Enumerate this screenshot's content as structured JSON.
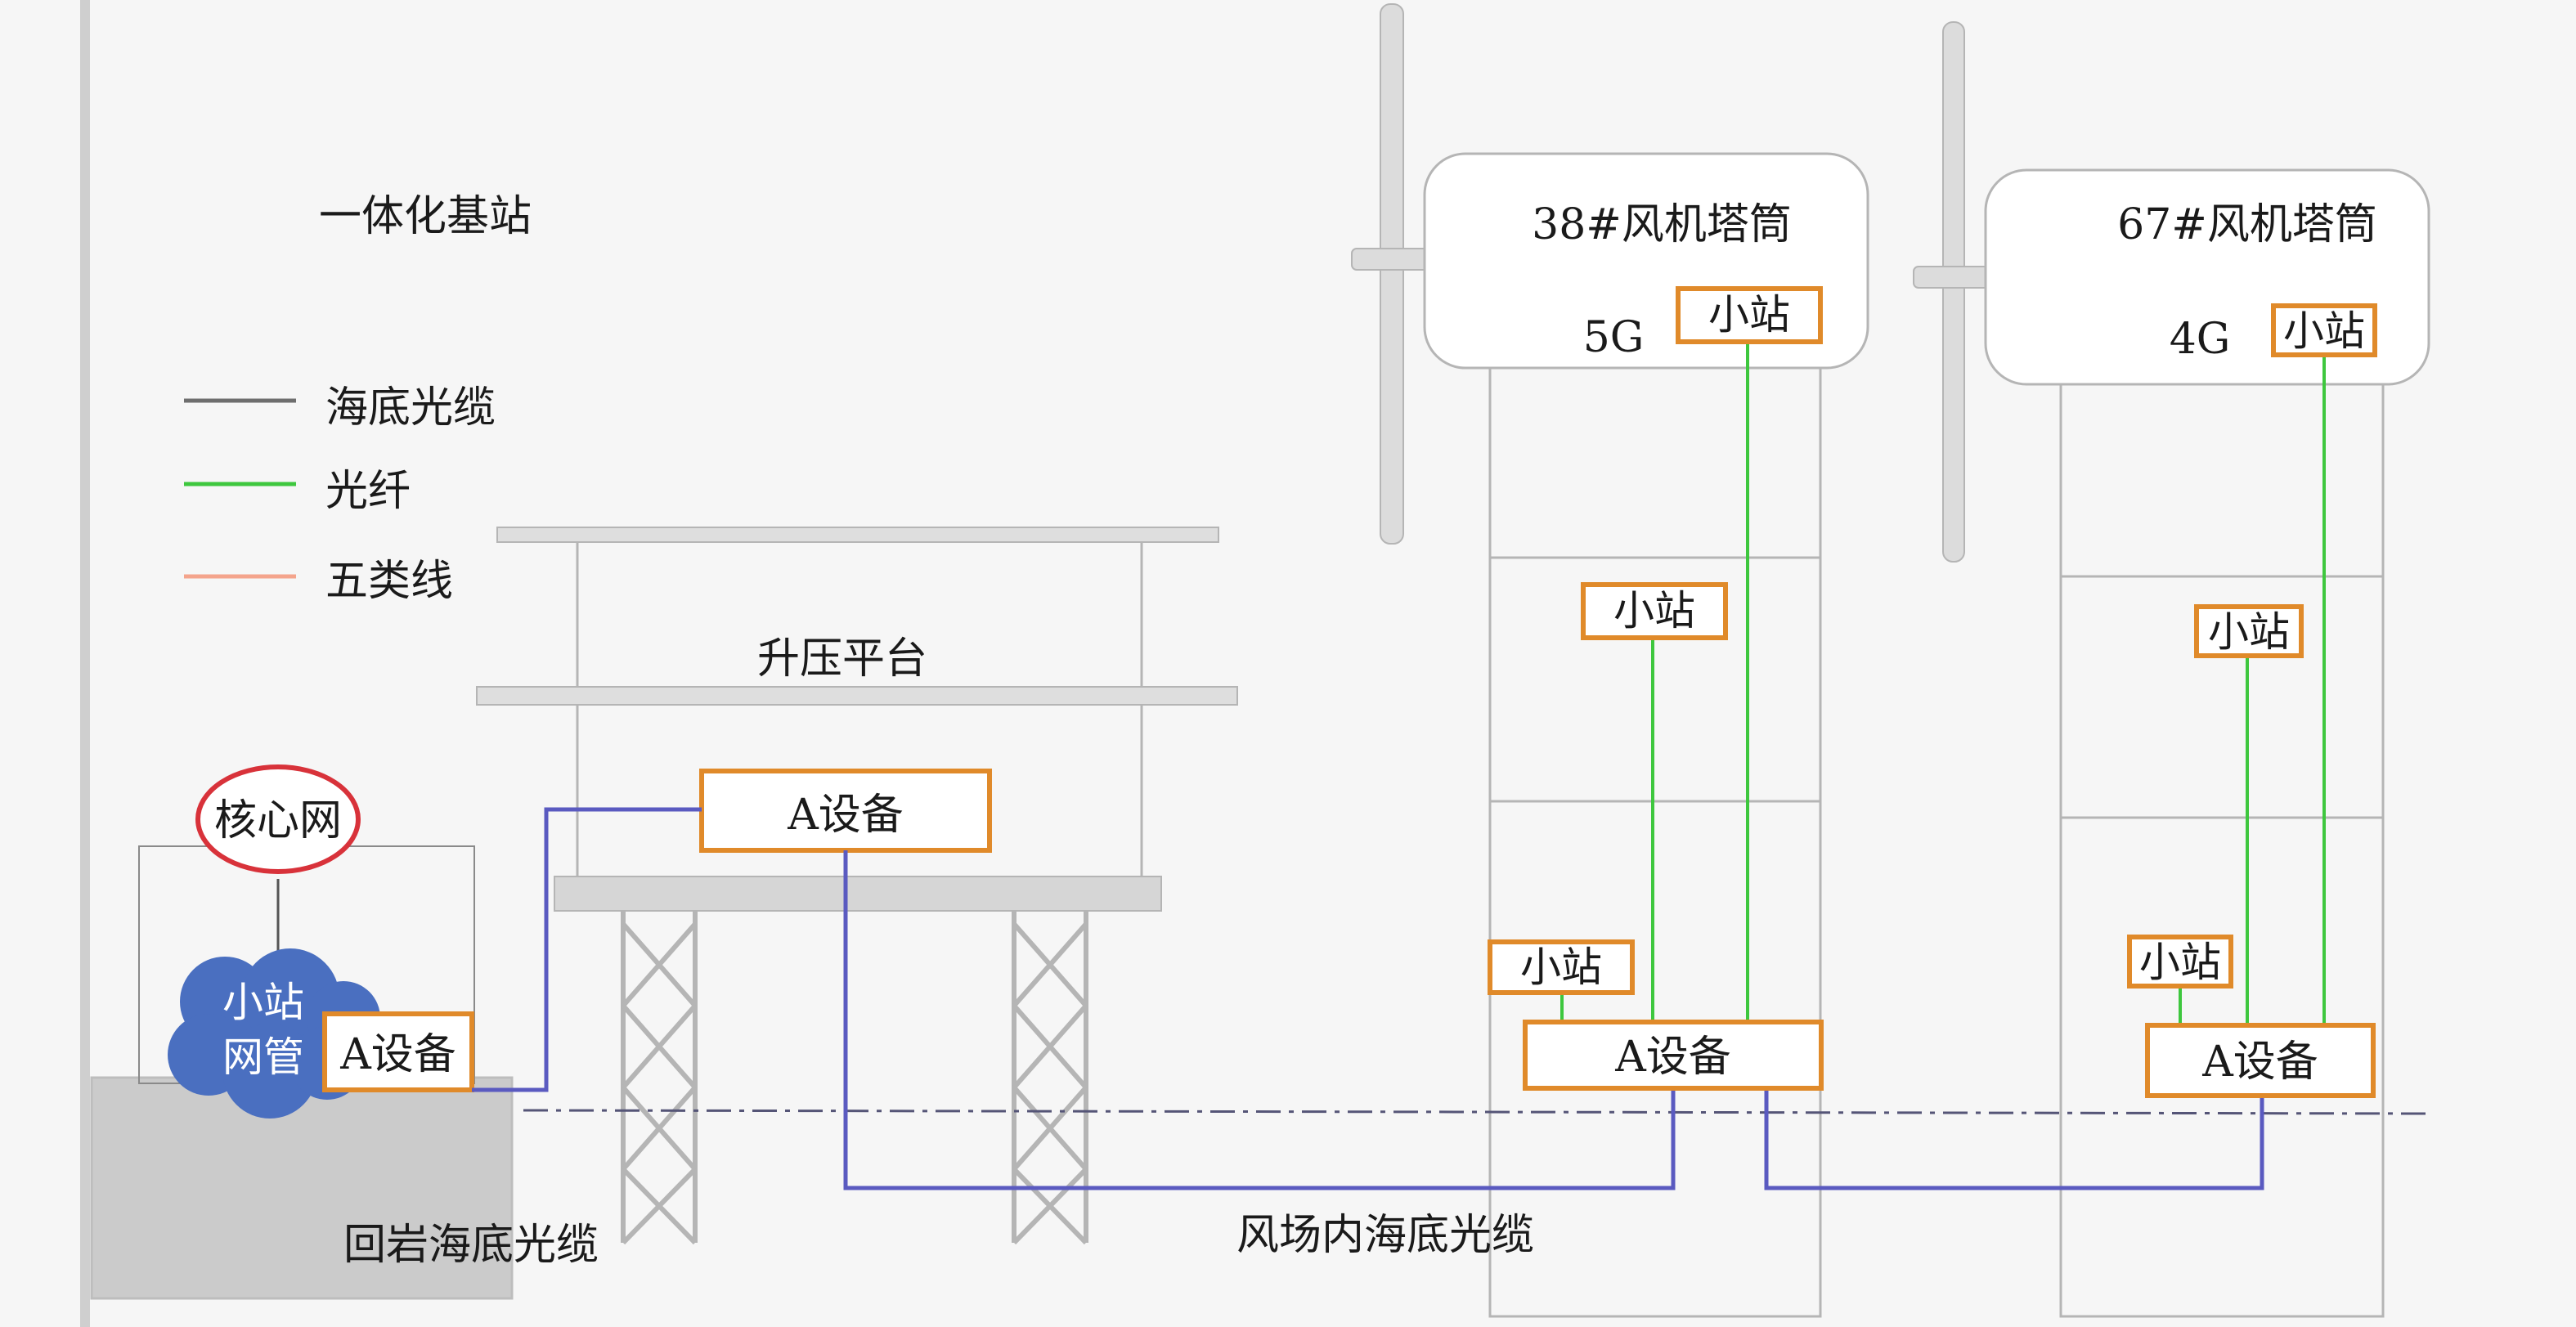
{
  "title": "一体化基站",
  "legend": [
    {
      "label": "海底光缆",
      "color": "#6e6e6e"
    },
    {
      "label": "光纤",
      "color": "#3ec73e"
    },
    {
      "label": "五类线",
      "color": "#f4a48c"
    }
  ],
  "platform": {
    "label": "升压平台",
    "device": "A设备"
  },
  "core": {
    "label": "核心网",
    "nms_line1": "小站",
    "nms_line2": "网管",
    "device": "A设备"
  },
  "towers": [
    {
      "name": "38#风机塔筒",
      "tech": "5G",
      "top_station": "小站",
      "mid_station": "小站",
      "low_station": "小站",
      "device": "A设备"
    },
    {
      "name": "67#风机塔筒",
      "tech": "4G",
      "top_station": "小站",
      "mid_station": "小站",
      "low_station": "小站",
      "device": "A设备"
    }
  ],
  "cables": {
    "shore": "回岩海底光缆",
    "field": "风场内海底光缆"
  },
  "colors": {
    "device_border": "#e08a2a",
    "core_border": "#d8323a",
    "cloud": "#4a6fc0",
    "submarine": "#5a5ac0",
    "fiber": "#3ec73e",
    "frame": "#c8c8c8"
  }
}
